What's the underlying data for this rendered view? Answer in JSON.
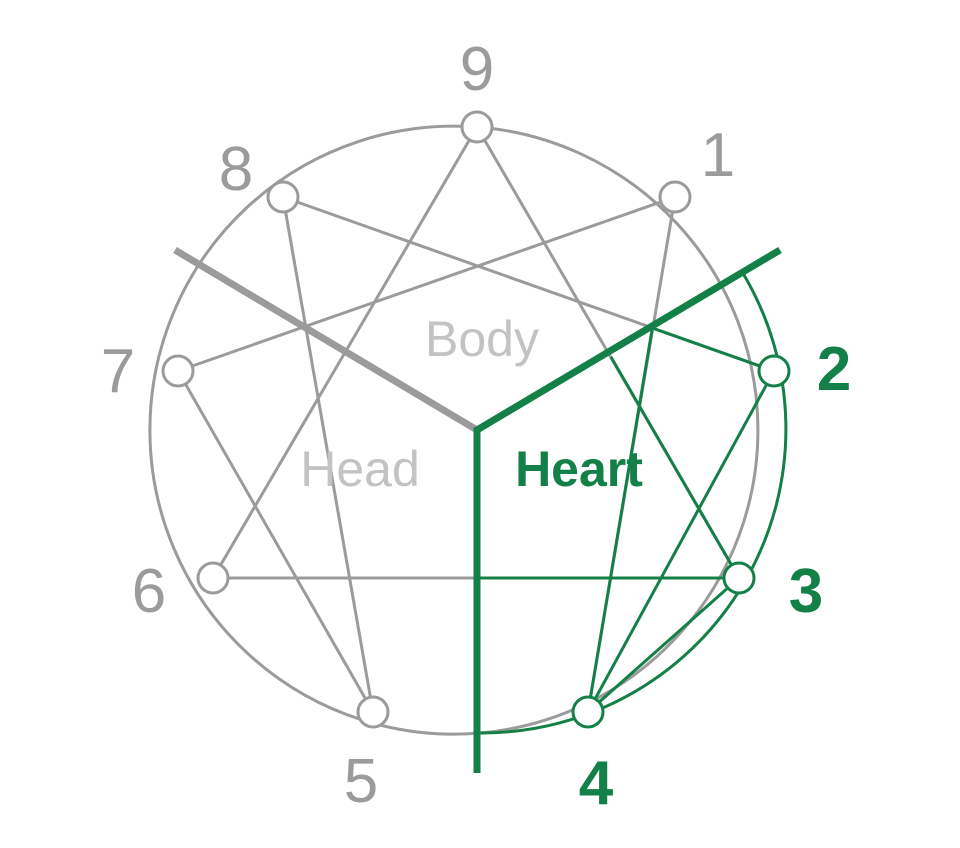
{
  "colors": {
    "gray": "#9b9b9b",
    "light_gray": "#c3c3c3",
    "green": "#138047",
    "background": "#ffffff"
  },
  "points": [
    {
      "number": "9",
      "color": "gray"
    },
    {
      "number": "1",
      "color": "gray"
    },
    {
      "number": "2",
      "color": "green"
    },
    {
      "number": "3",
      "color": "green"
    },
    {
      "number": "4",
      "color": "green"
    },
    {
      "number": "5",
      "color": "gray"
    },
    {
      "number": "6",
      "color": "gray"
    },
    {
      "number": "7",
      "color": "gray"
    },
    {
      "number": "8",
      "color": "gray"
    }
  ],
  "centers": {
    "body": "Body",
    "head": "Head",
    "heart": "Heart"
  },
  "highlighted_center": "Heart"
}
